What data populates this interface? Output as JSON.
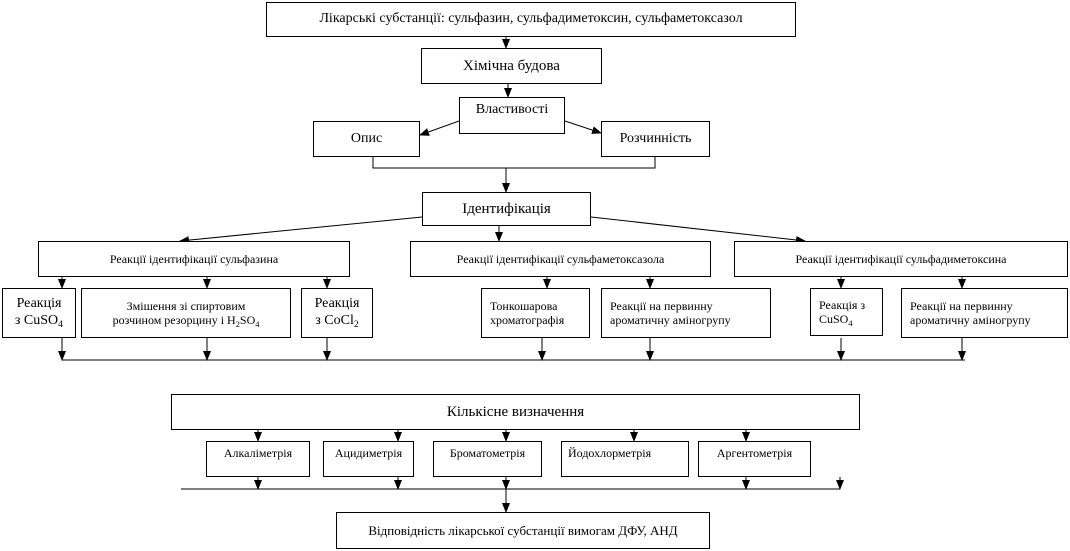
{
  "substances_box": "Лікарські субстанції: сульфазин, сульфадиметоксин, сульфаметоксазол",
  "structure_box": "Хімічна будова",
  "properties_box": "Властивості",
  "description_box": "Опис",
  "solubility_box": "Розчинність",
  "identification_box": "Ідентифікація",
  "reactions": {
    "sulfazine": "Реакції ідентифікації сульфазина",
    "sulfamethoxazole": "Реакції ідентифікації сульфаметоксазола",
    "sulfadimethoxine": "Реакції ідентифікації сульфадиметоксина"
  },
  "tests": {
    "cuso4_a": {
      "line1": "Реакція",
      "line2_pre": "з CuSO",
      "line2_sub": "4"
    },
    "resorcinol": {
      "line1": "Змішення зі спиртовим",
      "line2_pre": "розчином резорцину і H",
      "sub1": "2",
      "mid": "SO",
      "sub2": "4"
    },
    "cocl2": {
      "line1": "Реакція",
      "line2_pre": "з CoCl",
      "line2_sub": "2"
    },
    "tlc": {
      "line1": "Тонкошарова",
      "line2": "хроматографія"
    },
    "amino_a": {
      "line1": "Реакції на первинну",
      "line2": "ароматичну аміногрупу"
    },
    "cuso4_b": {
      "line1": "Реакція з",
      "line2_pre": "CuSO",
      "line2_sub": "4"
    },
    "amino_b": {
      "line1": "Реакції на первинну",
      "line2": "ароматичну аміногрупу"
    }
  },
  "quant_box": "Кількісне визначення",
  "methods": [
    "Алкаліметрія",
    "Ацидиметрія",
    "Броматометрія",
    "Йодохлорметрія",
    "Аргентометрія"
  ],
  "result_box": "Відповідність лікарської субстанції вимогам ДФУ, АНД"
}
